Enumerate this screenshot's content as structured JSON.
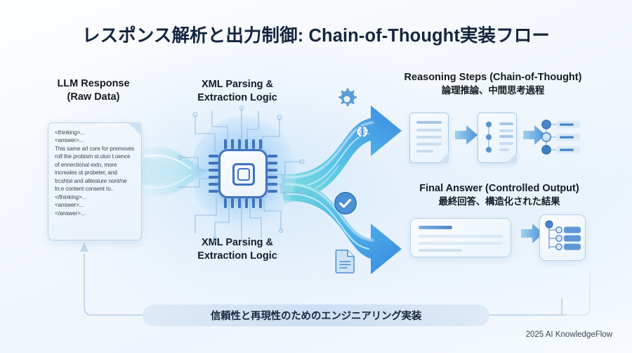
{
  "title": "レスポンス解析と出力制御: Chain-of-Thought実装フロー",
  "headings": {
    "llm_response_l1": "LLM Response",
    "llm_response_l2": "(Raw Data)",
    "xml_top_l1": "XML Parsing &",
    "xml_top_l2": "Extraction Logic",
    "xml_bottom_l1": "XML Parsing &",
    "xml_bottom_l2": "Extraction Logic",
    "reasoning_en": "Reasoning Steps (Chain-of-Thought)",
    "reasoning_ja": "論理推論、中間思考過程",
    "final_en": "Final Answer (Controlled Output)",
    "final_ja": "最終回答、構造化された結果"
  },
  "raw_document": {
    "text": "<thinking>...\n<answer>...\nThis same arl core for premoves roif the probism st.olun t.oence of ennectional extn, more increales ot probeter, and trcshtst and alitesiure nont/ne tn:e content consent to.. </thinking>...\n<answer>...\n</answer>..."
  },
  "icons": {
    "gear": "gear-icon",
    "brain": "brain-icon",
    "check": "check-circle-icon",
    "document": "document-icon",
    "cpu": "cpu-chip-icon"
  },
  "banner": {
    "text": "信頼性と再現性のためのエンジニアリング実装"
  },
  "footer": {
    "text": "2025 AI KnowledgeFlow"
  },
  "colors": {
    "title": "#14253f",
    "accent_blue": "#3f74bd",
    "ribbon_blue": "#2f86e8",
    "ribbon_teal": "#7fd8d0",
    "card_border": "#a9c8e6",
    "pill_bg": "#ccdff3",
    "page_bg": "#f4f8fd"
  }
}
